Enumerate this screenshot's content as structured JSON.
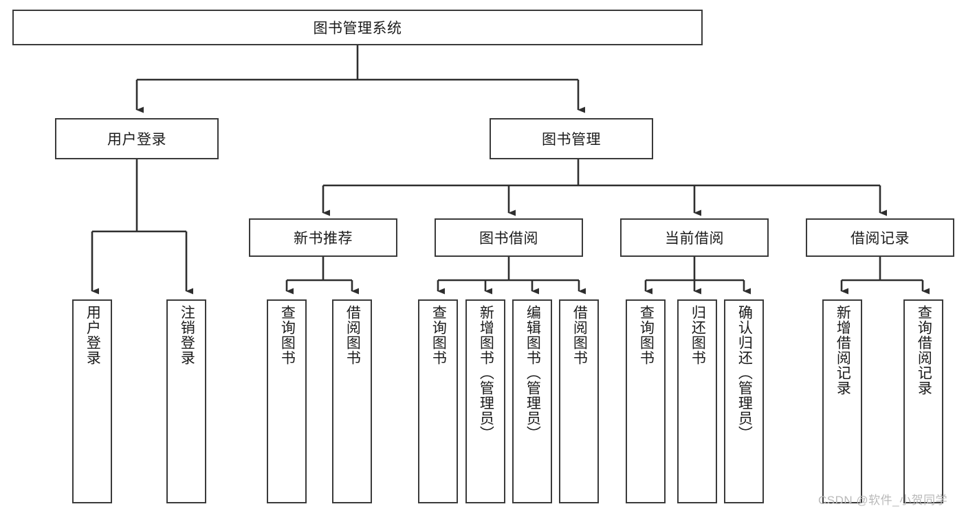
{
  "diagram": {
    "title_box": {
      "label": "图书管理系统"
    },
    "level2": [
      {
        "id": "user-login",
        "label": "用户登录"
      },
      {
        "id": "book-management",
        "label": "图书管理"
      }
    ],
    "level3": [
      {
        "id": "new-book-recommend",
        "label": "新书推荐"
      },
      {
        "id": "book-borrow",
        "label": "图书借阅"
      },
      {
        "id": "current-borrow",
        "label": "当前借阅"
      },
      {
        "id": "borrow-record",
        "label": "借阅记录"
      }
    ],
    "leaves": {
      "user_login": [
        {
          "id": "leaf-user-login",
          "label": "用户登录"
        },
        {
          "id": "leaf-logout-login",
          "label": "注销登录"
        }
      ],
      "new_book_recommend": [
        {
          "id": "leaf-query-book-1",
          "label": "查询图书"
        },
        {
          "id": "leaf-borrow-book-1",
          "label": "借阅图书"
        }
      ],
      "book_borrow": [
        {
          "id": "leaf-query-book-2",
          "label": "查询图书"
        },
        {
          "id": "leaf-add-book",
          "label": "新增图书（管理员）"
        },
        {
          "id": "leaf-edit-book",
          "label": "编辑图书（管理员）"
        },
        {
          "id": "leaf-borrow-book-2",
          "label": "借阅图书"
        }
      ],
      "current_borrow": [
        {
          "id": "leaf-query-book-3",
          "label": "查询图书"
        },
        {
          "id": "leaf-return-book",
          "label": "归还图书"
        },
        {
          "id": "leaf-confirm-return",
          "label": "确认归还（管理员）"
        }
      ],
      "borrow_record": [
        {
          "id": "leaf-add-record",
          "label": "新增借阅记录"
        },
        {
          "id": "leaf-query-record",
          "label": "查询借阅记录"
        }
      ]
    },
    "watermark": "CSDN @软件_小贺同学",
    "colors": {
      "border": "#3a3a3a",
      "text": "#1b1b1b",
      "background": "#ffffff",
      "watermark": "#b9b9b9"
    }
  }
}
